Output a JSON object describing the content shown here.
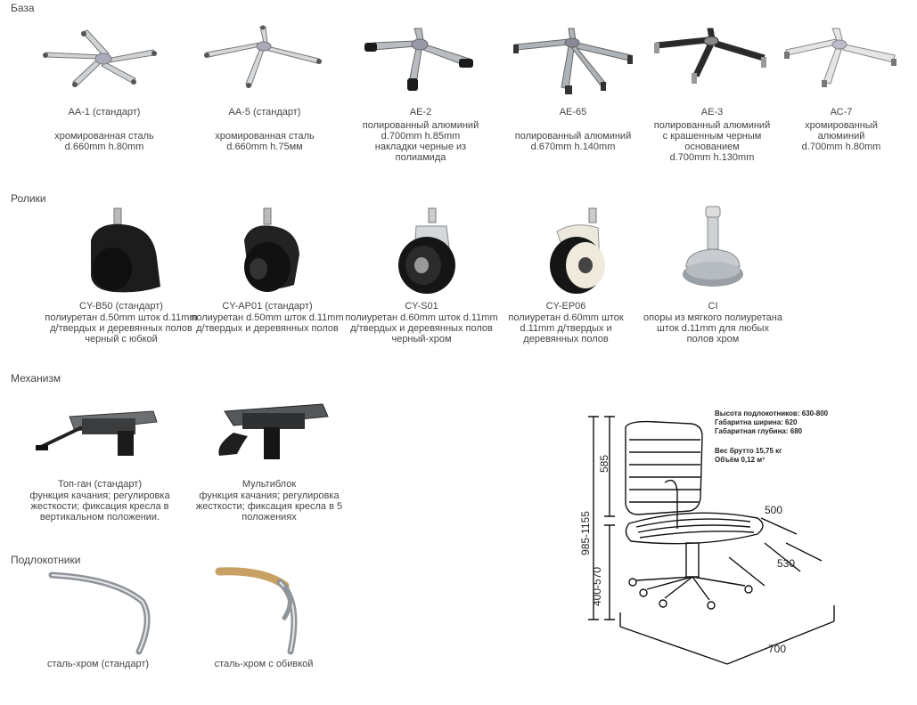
{
  "sections": {
    "base": "База",
    "casters": "Ролики",
    "mechanism": "Механизм",
    "armrests": "Подлокотники"
  },
  "bases": [
    {
      "name": "АА-1 (стандарт)",
      "desc": "хромированная сталь\nd.660mm h.80mm"
    },
    {
      "name": "АА-5 (стандарт)",
      "desc": "хромированная сталь\nd.660mm h.75мм"
    },
    {
      "name": "АЕ-2",
      "desc": "полированный алюминий\nd.700mm h.85mm\nнакладки черные из полиамида"
    },
    {
      "name": "АЕ-65",
      "desc": "полированный алюминий\nd.670mm h.140mm"
    },
    {
      "name": "АЕ-3",
      "desc": "полированный алюминий\nс крашенным черным\nоснованием\nd.700mm h.130mm"
    },
    {
      "name": "АС-7",
      "desc": "хромированный\nалюминий\nd.700mm h.80mm"
    }
  ],
  "casters": [
    {
      "name": "CY-B50 (стандарт)",
      "desc": "полиуретан d.50mm шток d.11mm\nд/твердых и деревянных полов\nчерный с юбкой"
    },
    {
      "name": "CY-AP01 (стандарт)",
      "desc": "полиуретан d.50mm шток d.11mm\nд/твердых и деревянных полов"
    },
    {
      "name": "CY-S01",
      "desc": "полиуретан d.60mm шток d.11mm\nд/твердых и деревянных полов\nчерный-хром"
    },
    {
      "name": "CY-EP06",
      "desc": "полиуретан d.60mm шток\nd.11mm д/твердых и\nдеревянных полов"
    },
    {
      "name": "CI",
      "desc": "опоры из мягкого полиуретана\nшток d.11mm для любых\nполов хром"
    }
  ],
  "mechanisms": [
    {
      "name": "Топ-ган (стандарт)",
      "desc": "функция качания; регулировка\nжесткости; фиксация кресла в\nвертикальном положении."
    },
    {
      "name": "Мультиблок",
      "desc": "функция качания; регулировка\nжесткости; фиксация кресла в 5\nположениях"
    }
  ],
  "armrests": [
    {
      "name": "сталь-хром (стандарт)"
    },
    {
      "name": "сталь-хром с обивкой"
    }
  ],
  "diagram": {
    "specs": [
      "Высота подлокотников: 630-800",
      "Габаритна ширина: 620",
      "Габаритная глубина: 680"
    ],
    "weight": "Вес брутто 15,75 кг",
    "volume": "Объём 0,12 м³",
    "dims": {
      "back": "585",
      "total": "985-1155",
      "seat_h": "400-570",
      "seat_w": "500",
      "seat_d": "530",
      "base": "700"
    }
  }
}
